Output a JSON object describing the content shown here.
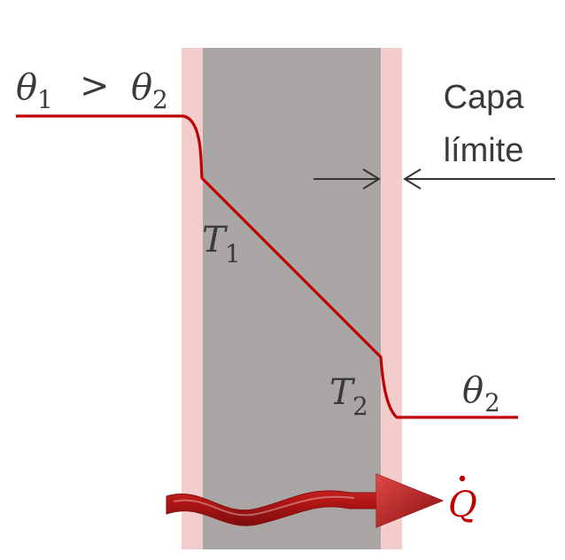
{
  "colors": {
    "wall": "#aba6a6",
    "boundary_layer": "#f3cccc",
    "profile": "#c00000",
    "text": "#3a3a3a",
    "heat_arrow": "#b01818",
    "arrow_line": "#333333"
  },
  "labels": {
    "theta1": "θ",
    "theta1_sub": "1",
    "gt": ">",
    "theta2a": "θ",
    "theta2a_sub": "2",
    "theta2b": "θ",
    "theta2b_sub": "2",
    "t1": "T",
    "t1_sub": "1",
    "t2": "T",
    "t2_sub": "2",
    "capa_line1": "Capa",
    "capa_line2": "límite",
    "qdot": "Q",
    "qdot_dot": "˙"
  }
}
